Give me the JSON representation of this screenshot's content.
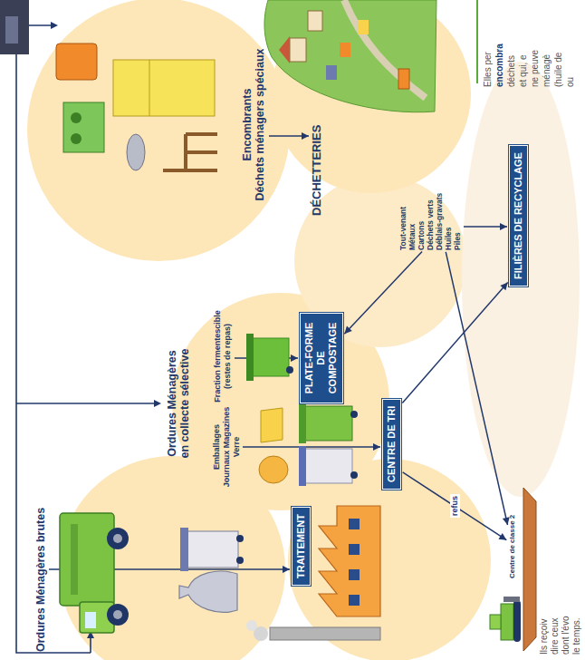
{
  "diagram": {
    "nodes": [
      {
        "text": [
          "Ordures Ménagères brutes"
        ]
      },
      {
        "text": [
          "Ordures Ménagères en collecte sélective"
        ]
      },
      {
        "text": [
          "Emballages",
          "Journaux Magazines",
          "Verre"
        ]
      },
      {
        "text": [
          "Fraction fermentescible (restes de repas)"
        ]
      },
      {
        "text": [
          "Encombrants",
          "Déchets ménagers spéciaux"
        ]
      },
      {
        "text": [
          "DÉCHETTERIES"
        ]
      },
      {
        "text": [
          "TRAITEMENT"
        ]
      },
      {
        "text": [
          "CENTRE DE TRI"
        ]
      },
      {
        "text": [
          "PLATE-FORME DE COMPOSTAGE"
        ]
      },
      {
        "text": [
          "FILIÈRES DE RECYCLAGE"
        ]
      },
      {
        "text": [
          "Centre de classe 2"
        ]
      },
      {
        "text": [
          "Tout-venant",
          "Métaux",
          "Cartons",
          "Déchets verts",
          "Déblais-gravats",
          "Huiles",
          "Piles"
        ]
      }
    ],
    "edges": [
      {
        "from": 0,
        "to": 6,
        "arrow": "to"
      },
      {
        "from": 2,
        "to": 7,
        "arrow": "to"
      },
      {
        "from": 3,
        "to": 8,
        "arrow": "to"
      },
      {
        "from": 4,
        "to": 5,
        "arrow": "to"
      },
      {
        "from": 11,
        "to": 8,
        "arrow": "to"
      },
      {
        "from": 11,
        "to": 9,
        "arrow": "to"
      },
      {
        "from": 7,
        "to": 9,
        "arrow": "to"
      },
      {
        "from": 7,
        "to": 10,
        "label": "refus",
        "arrow": "to"
      },
      {
        "from": 11,
        "to": 10,
        "arrow": "to"
      }
    ],
    "labels": [
      "Elles per",
      "encombra",
      "déchets",
      "et qui, e",
      "ne peuve",
      "ménagè",
      "(huile de",
      "ou",
      "Ils reçoiv",
      "dire ceux",
      "dont l'évo",
      "le temps."
    ]
  }
}
